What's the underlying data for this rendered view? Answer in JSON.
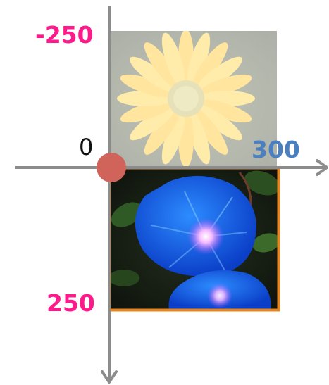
{
  "labels": {
    "y_negative": "-250",
    "origin": "0",
    "x_positive": "300",
    "y_positive": "250"
  },
  "colors": {
    "axis": "#8c8c8c",
    "label_pink": "#ff1a8c",
    "label_blue": "#4a7fc0",
    "origin_dot": "#d0645a",
    "frame_orange": "#e8851d"
  },
  "images": {
    "faded_top": "yellow-daisy-image",
    "framed_bottom": "blue-morning-glory-image"
  }
}
